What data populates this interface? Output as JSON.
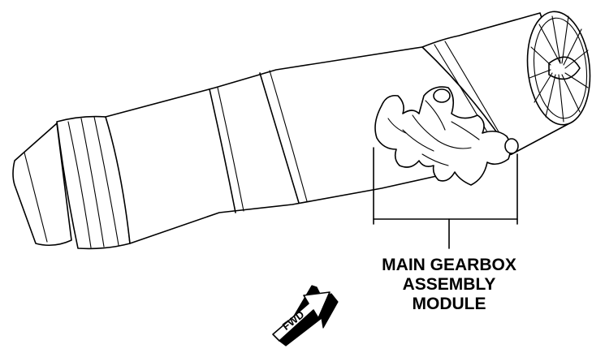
{
  "callout": {
    "line1": "MAIN GEARBOX",
    "line2": "ASSEMBLY",
    "line3": "MODULE"
  },
  "direction_arrow": {
    "label": "FWD"
  },
  "icons": {
    "engine": "turbofan-engine-outline",
    "arrow": "forward-direction-arrow"
  }
}
